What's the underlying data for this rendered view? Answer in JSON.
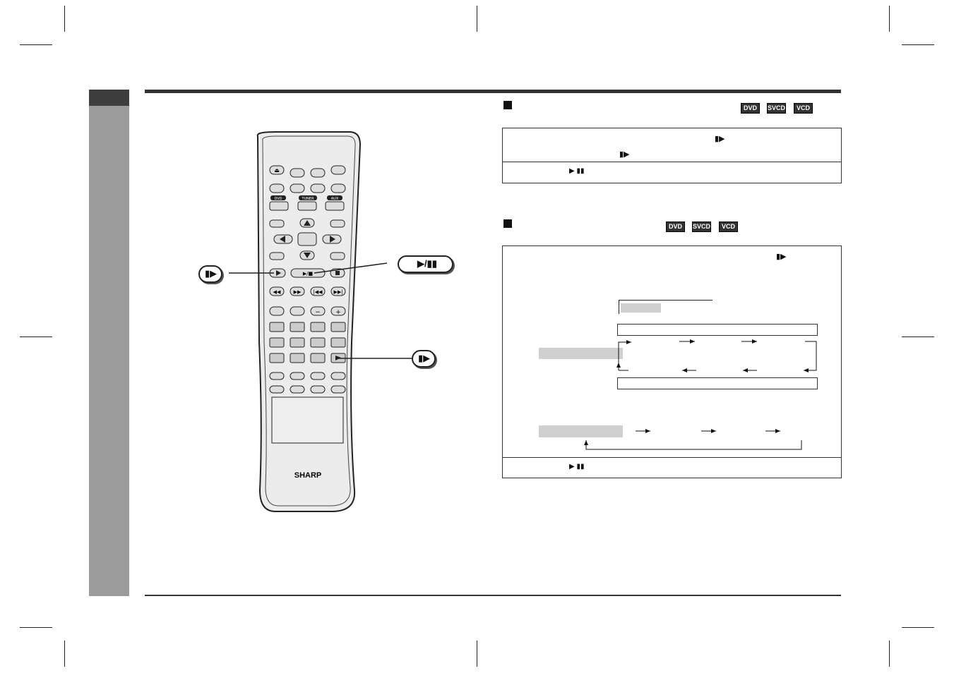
{
  "page": {
    "brand_color": "#9b9b9b",
    "rule_color": "#333333"
  },
  "section1": {
    "badges": [
      "DVD",
      "SVCD",
      "VCD"
    ]
  },
  "section2": {
    "badges": [
      "DVD",
      "SVCD",
      "VCD"
    ]
  },
  "remote": {
    "source_labels": [
      "DVD",
      "TUNER",
      "AUX"
    ],
    "brand": "SHARP"
  },
  "icons": {
    "slow_play": "step-forward-icon",
    "play_pause": "play-pause-icon"
  }
}
